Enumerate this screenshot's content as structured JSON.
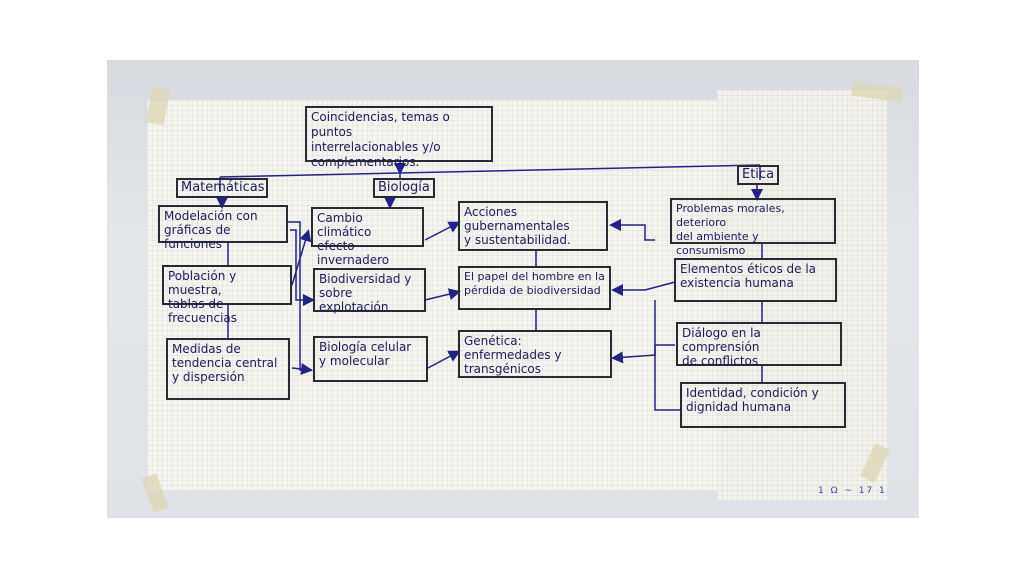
{
  "root": {
    "text": "Coincidencias, temas o puntos\ninterrelacionables   y/o\ncomplementarios."
  },
  "headers": {
    "matematicas": "Matemáticas",
    "biologia": "Biología",
    "etica": "Ética"
  },
  "matematicas_items": [
    "Modelación con\ngráficas de funciones",
    "Población y muestra,\ntablas de frecuencias",
    "Medidas  de\ntendencia central\ny dispersión"
  ],
  "biologia_items": [
    "Cambio climático\nefecto invernadero",
    "Biodiversidad y\nsobre explotación",
    "Biología celular\ny molecular"
  ],
  "centro_items": [
    "Acciones gubernamentales\ny sustentabilidad.",
    "El papel del hombre en la\npérdida de biodiversidad",
    "Genética: enfermedades y\ntransgénicos"
  ],
  "etica_items": [
    "Problemas morales, deterioro\ndel ambiente y consumismo",
    "Elementos   éticos de la\nexistencia humana",
    "Diálogo en la comprensión\nde conflictos",
    "Identidad, condición y\ndignidad humana"
  ],
  "marker_text": "1 Ω   ~ 17 1",
  "colors": {
    "ink": "#1c1c5a",
    "arrow": "#22228a",
    "border": "#2a2a35",
    "paper": "#f5f4ee"
  }
}
